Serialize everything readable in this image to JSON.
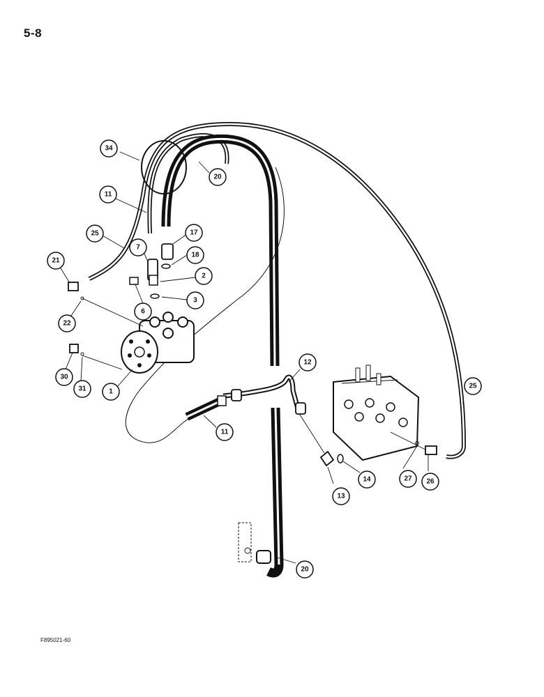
{
  "page": {
    "number": "5-8",
    "figure_code": "F895021-60"
  },
  "colors": {
    "ink": "#111111",
    "paper": "#ffffff",
    "hose": "#1a1a1a"
  },
  "callouts": [
    {
      "id": "c34-top",
      "label": "34"
    },
    {
      "id": "c20-top",
      "label": "20"
    },
    {
      "id": "c11-top",
      "label": "11"
    },
    {
      "id": "c25-left",
      "label": "25"
    },
    {
      "id": "c17",
      "label": "17"
    },
    {
      "id": "c7",
      "label": "7"
    },
    {
      "id": "c18",
      "label": "18"
    },
    {
      "id": "c21",
      "label": "21"
    },
    {
      "id": "c2",
      "label": "2"
    },
    {
      "id": "c3",
      "label": "3"
    },
    {
      "id": "c6",
      "label": "6"
    },
    {
      "id": "c22",
      "label": "22"
    },
    {
      "id": "c30",
      "label": "30"
    },
    {
      "id": "c31",
      "label": "31"
    },
    {
      "id": "c1",
      "label": "1"
    },
    {
      "id": "c12",
      "label": "12"
    },
    {
      "id": "c11-bottom",
      "label": "11"
    },
    {
      "id": "c25-right",
      "label": "25"
    },
    {
      "id": "c14",
      "label": "14"
    },
    {
      "id": "c13",
      "label": "13"
    },
    {
      "id": "c27",
      "label": "27"
    },
    {
      "id": "c26",
      "label": "26"
    },
    {
      "id": "c20-bottom",
      "label": "20"
    }
  ]
}
